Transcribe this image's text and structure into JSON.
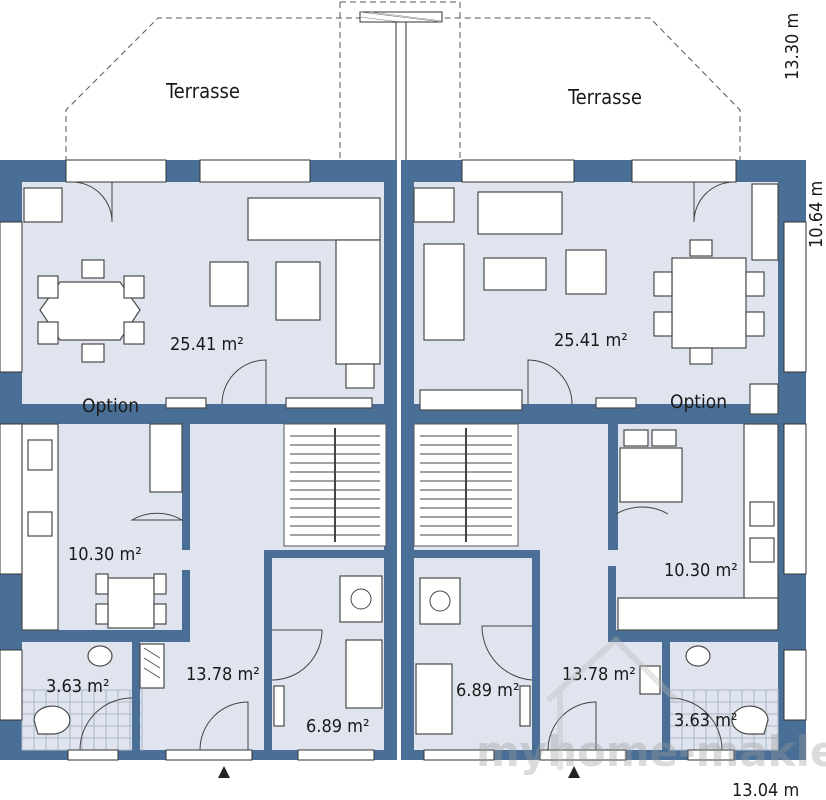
{
  "dimensions": {
    "depth_total": "13.30 m",
    "depth_house": "10.64 m",
    "width": "13.04 m"
  },
  "left_unit": {
    "terrace": "Terrasse",
    "living": "25.41 m²",
    "option": "Option",
    "kitchen": "10.30 m²",
    "hall": "13.78 m²",
    "bath": "3.63 m²",
    "utility": "6.89 m²"
  },
  "right_unit": {
    "terrace": "Terrasse",
    "living": "25.41 m²",
    "option": "Option",
    "kitchen": "10.30 m²",
    "hall": "13.78 m²",
    "bath": "3.63 m²",
    "utility": "6.89 m²"
  },
  "watermark": "myhome-makler",
  "colors": {
    "wall": "#4a6f96",
    "floor": "#dfe4ee"
  }
}
